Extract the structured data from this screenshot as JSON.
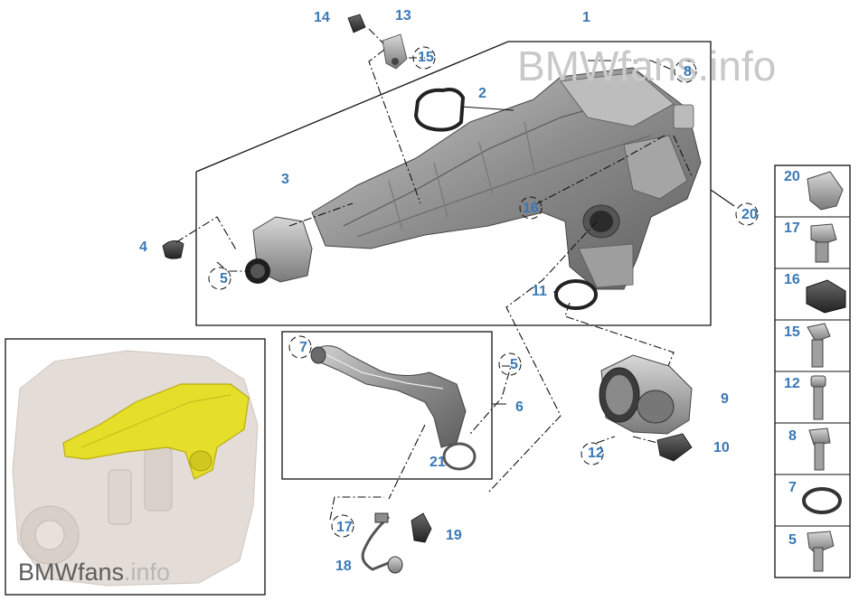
{
  "watermark": {
    "brand": "BMWfans",
    "domain": ".info"
  },
  "legend_callouts": [
    "20",
    "17",
    "16",
    "15",
    "12",
    "8",
    "7",
    "5"
  ],
  "callouts": {
    "c1": "1",
    "c2": "2",
    "c3": "3",
    "c4": "4",
    "c5a": "5",
    "c5b": "5",
    "c6": "6",
    "c7": "7",
    "c8": "8",
    "c9": "9",
    "c10": "10",
    "c11": "11",
    "c12": "12",
    "c13": "13",
    "c14": "14",
    "c15": "15",
    "c16": "16",
    "c17": "17",
    "c18": "18",
    "c19": "19",
    "c20": "20",
    "c21": "21"
  },
  "colors": {
    "callout": "#3a78b5",
    "highlight": "#e6df2a",
    "part_metal": "#9a9a9a",
    "engine_ghost": "#e4dcd6"
  }
}
